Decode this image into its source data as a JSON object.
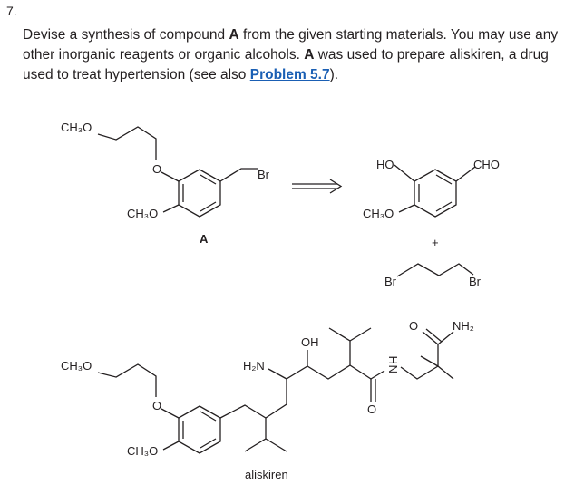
{
  "question": {
    "number": "7.",
    "text_1": "Devise a synthesis of compound ",
    "bold_a1": "A",
    "text_2": " from the given starting materials. You may use any other inorganic reagents or organic alcohols. ",
    "bold_a2": "A",
    "text_3": " was used to prepare aliskiren, a drug used to treat hypertension (see also ",
    "link_text": "Problem 5.7",
    "text_4": ")."
  },
  "compound_a": {
    "label": "A",
    "ch3o_top": "CH3O",
    "ring_o": "O",
    "br": "Br",
    "ch3o_ring": "CH3O"
  },
  "starting_materials": {
    "ho": "HO",
    "cho": "CHO",
    "ch3o": "CH3O",
    "plus": "+",
    "br_left": "Br",
    "br_right": "Br"
  },
  "aliskiren": {
    "name": "aliskiren",
    "ch3o_top": "CH3O",
    "ring_o": "O",
    "ch3o_ring": "CH3O",
    "h2n": "H2N",
    "oh": "OH",
    "amide_o": "O",
    "nh": "N",
    "h": "H",
    "carbonyl_o": "O",
    "nh2": "NH2"
  }
}
